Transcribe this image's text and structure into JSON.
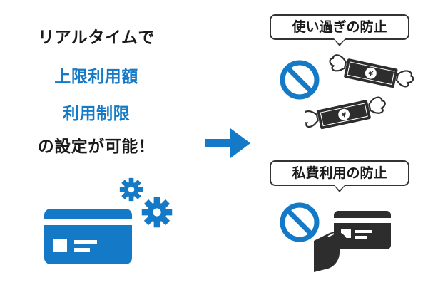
{
  "left": {
    "line1": "リアルタイムで",
    "line2": "上限利用額",
    "line3": "利用制限",
    "line4": "の設定が可能！"
  },
  "right": {
    "callout1": "使い過ぎの防止",
    "callout2": "私費利用の防止"
  },
  "icons": {
    "card": "credit-card-icon",
    "gears": "gear-icon",
    "arrow": "arrow-right-icon",
    "no": "prohibited-icon",
    "money": "flying-money-icon",
    "hand_card": "hand-holding-card-icon"
  },
  "colors": {
    "blue": "#1479c6",
    "dark": "#2d2d2d"
  }
}
